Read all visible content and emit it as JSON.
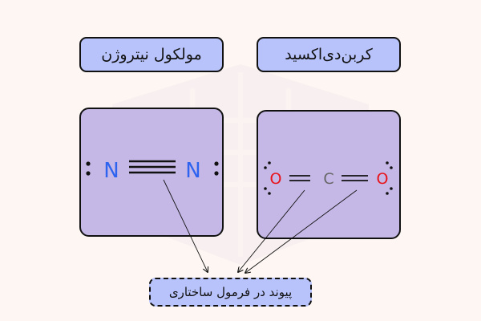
{
  "titles": {
    "left": "مولکول نیتروژن",
    "right": "کربن‌دی‌اکسید"
  },
  "molecules": {
    "nitrogen": {
      "atoms": [
        "N",
        "N"
      ],
      "bond": "triple",
      "atom_color": "#2e63f0",
      "lone_pair_symbol": ":"
    },
    "carbon_dioxide": {
      "atoms": [
        "O",
        "C",
        "O"
      ],
      "bonds": [
        "double",
        "double"
      ],
      "oxygen_color": "#e8141c",
      "carbon_color": "#666666"
    }
  },
  "caption": "پیوند در فرمول ساختاری",
  "colors": {
    "background": "#fdf6f2",
    "title_fill": "#b8c3fb",
    "panel_fill": "#c5b8e6",
    "border": "#111111"
  }
}
